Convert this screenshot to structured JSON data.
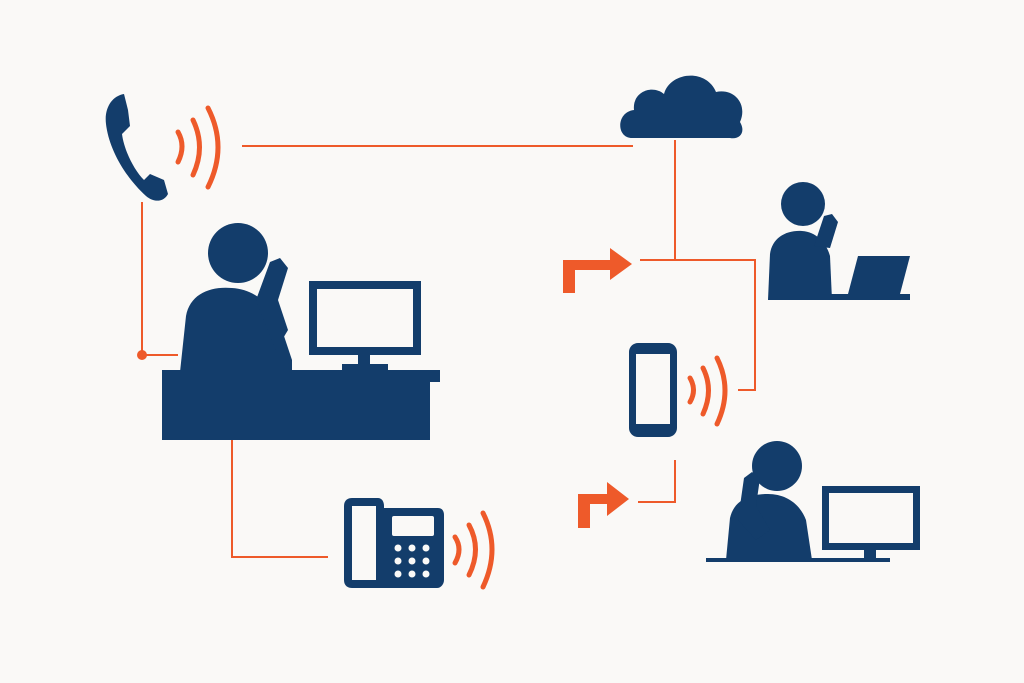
{
  "diagram": {
    "nodes": [
      {
        "id": "incoming-call",
        "icon": "phone-handset-icon",
        "ringing": true
      },
      {
        "id": "cloud-pbx",
        "icon": "cloud-icon"
      },
      {
        "id": "reception-desk",
        "icon": "person-on-phone-at-desk-with-monitor-icon"
      },
      {
        "id": "desk-phone",
        "icon": "desk-phone-icon",
        "ringing": true
      },
      {
        "id": "laptop-worker",
        "icon": "person-on-phone-with-laptop-icon"
      },
      {
        "id": "mobile-phone",
        "icon": "smartphone-icon",
        "ringing": true
      },
      {
        "id": "desktop-worker",
        "icon": "person-on-phone-with-monitor-icon"
      }
    ],
    "connections": [
      {
        "from": "incoming-call",
        "to": "cloud-pbx"
      },
      {
        "from": "incoming-call",
        "to": "reception-desk"
      },
      {
        "from": "reception-desk",
        "to": "desk-phone"
      },
      {
        "from": "cloud-pbx",
        "to": "laptop-worker"
      },
      {
        "from": "cloud-pbx",
        "to": "mobile-phone"
      },
      {
        "from": "mobile-phone",
        "to": "desktop-worker"
      }
    ],
    "forward_arrows": 2
  },
  "colors": {
    "navy": "#133d6b",
    "orange": "#ee5a2a",
    "background": "#faf9f7"
  }
}
